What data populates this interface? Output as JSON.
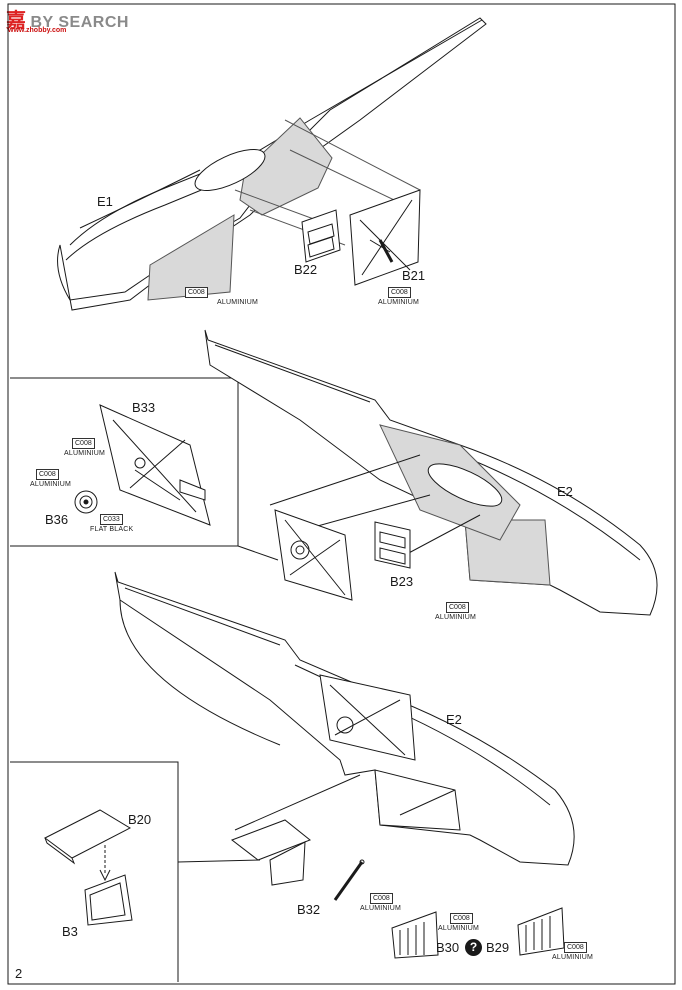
{
  "watermark": {
    "logo": "嘉",
    "text": "BY SEARCH",
    "url": "www.zhobby.com"
  },
  "page_number": "2",
  "parts": {
    "e1": "E1",
    "b22": "B22",
    "b21": "B21",
    "b33": "B33",
    "b36": "B36",
    "e2_top": "E2",
    "b23": "B23",
    "e2_bottom": "E2",
    "b20": "B20",
    "b3": "B3",
    "b32": "B32",
    "b30": "B30",
    "b29": "B29",
    "option": "?"
  },
  "paint": {
    "code": "C008",
    "name": "ALUMINIUM",
    "black_code": "C033",
    "black_name": "FLAT BLACK"
  },
  "colors": {
    "line": "#1a1a1a",
    "shade": "#d9d9d9"
  }
}
